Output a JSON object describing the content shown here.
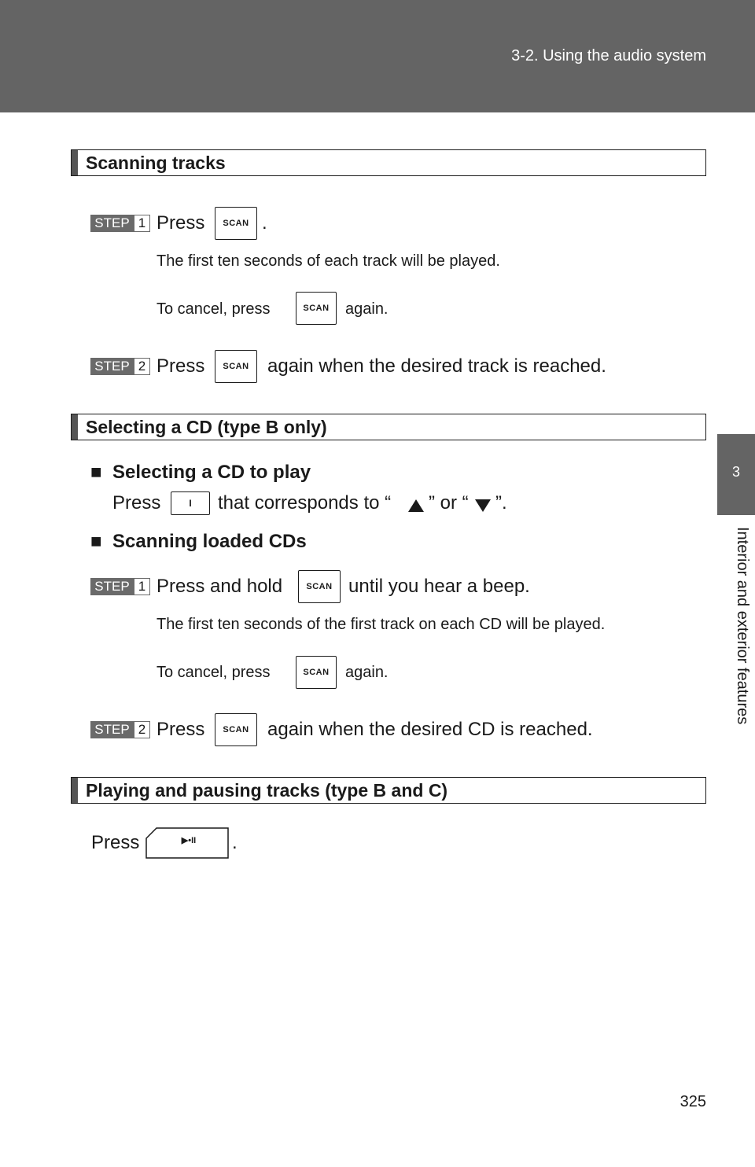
{
  "header": {
    "title": "3-2. Using the audio system"
  },
  "tab": {
    "number": "3",
    "title": "Interior and exterior features"
  },
  "sections": {
    "scanning": "Scanning tracks",
    "selecting": "Selecting a CD (type B only)",
    "playing": "Playing and pausing tracks (type B and C)"
  },
  "step": {
    "label": "STEP",
    "one": "1",
    "two": "2"
  },
  "buttons": {
    "scan": "SCAN",
    "one": "I",
    "play": "▶•II"
  },
  "text": {
    "press": "Press",
    "period": ".",
    "first_ten_tracks": "The first ten seconds of each track will be played.",
    "to_cancel": "To cancel, press",
    "again": "again.",
    "again_track": "again when the desired track is reached.",
    "sub_select": "Selecting a CD to play",
    "corresponds": "that corresponds to “",
    "or": "” or “",
    "close_quote": "”.",
    "sub_scan": "Scanning loaded CDs",
    "press_hold": "Press and hold",
    "until_beep": "until you hear a beep.",
    "first_ten_cd": "The first ten seconds of the first track on each CD will be played.",
    "again_cd": "again when the desired CD is reached."
  },
  "square_bullet": "■",
  "page_number": "325"
}
